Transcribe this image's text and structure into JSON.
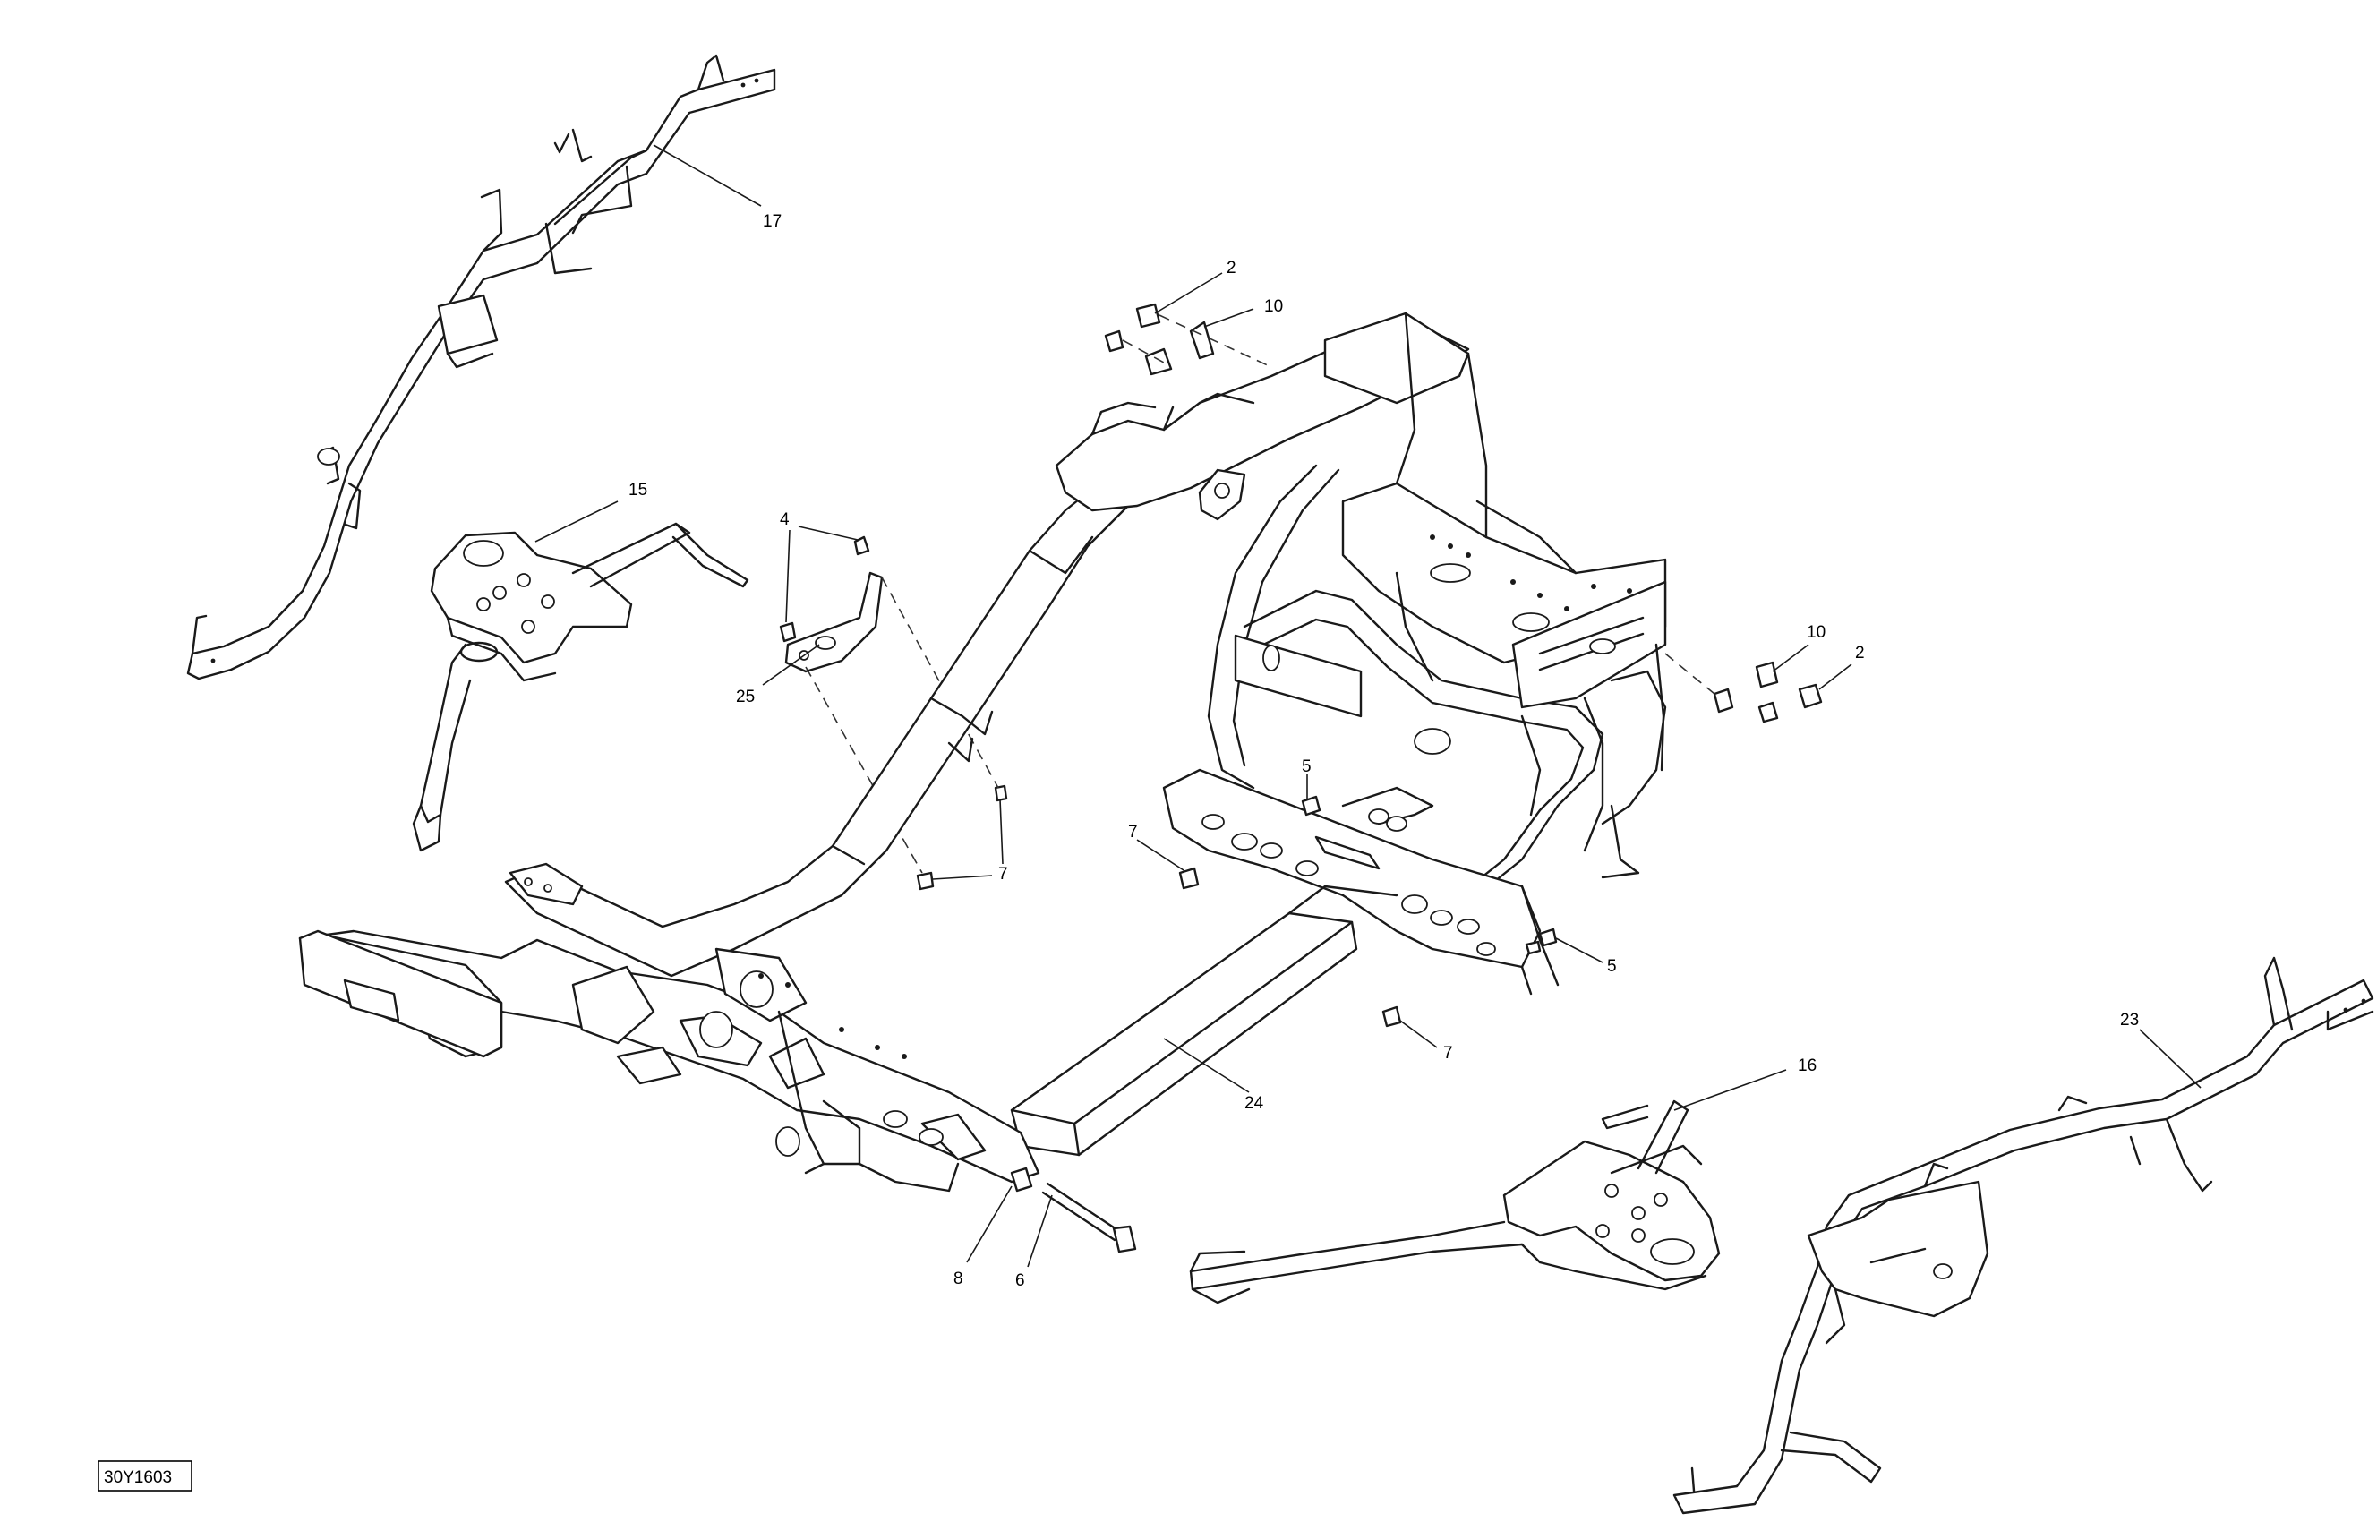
{
  "diagram": {
    "reference_code": "30Y1603",
    "callouts": [
      {
        "id": "c17",
        "label": "17"
      },
      {
        "id": "c15",
        "label": "15"
      },
      {
        "id": "c4",
        "label": "4"
      },
      {
        "id": "c25",
        "label": "25"
      },
      {
        "id": "c2a",
        "label": "2"
      },
      {
        "id": "c10a",
        "label": "10"
      },
      {
        "id": "c10b",
        "label": "10"
      },
      {
        "id": "c2b",
        "label": "2"
      },
      {
        "id": "c5a",
        "label": "5"
      },
      {
        "id": "c7a",
        "label": "7"
      },
      {
        "id": "c7b",
        "label": "7"
      },
      {
        "id": "c5b",
        "label": "5"
      },
      {
        "id": "c7c",
        "label": "7"
      },
      {
        "id": "c24",
        "label": "24"
      },
      {
        "id": "c16",
        "label": "16"
      },
      {
        "id": "c23",
        "label": "23"
      },
      {
        "id": "c8",
        "label": "8"
      },
      {
        "id": "c6",
        "label": "6"
      }
    ]
  }
}
